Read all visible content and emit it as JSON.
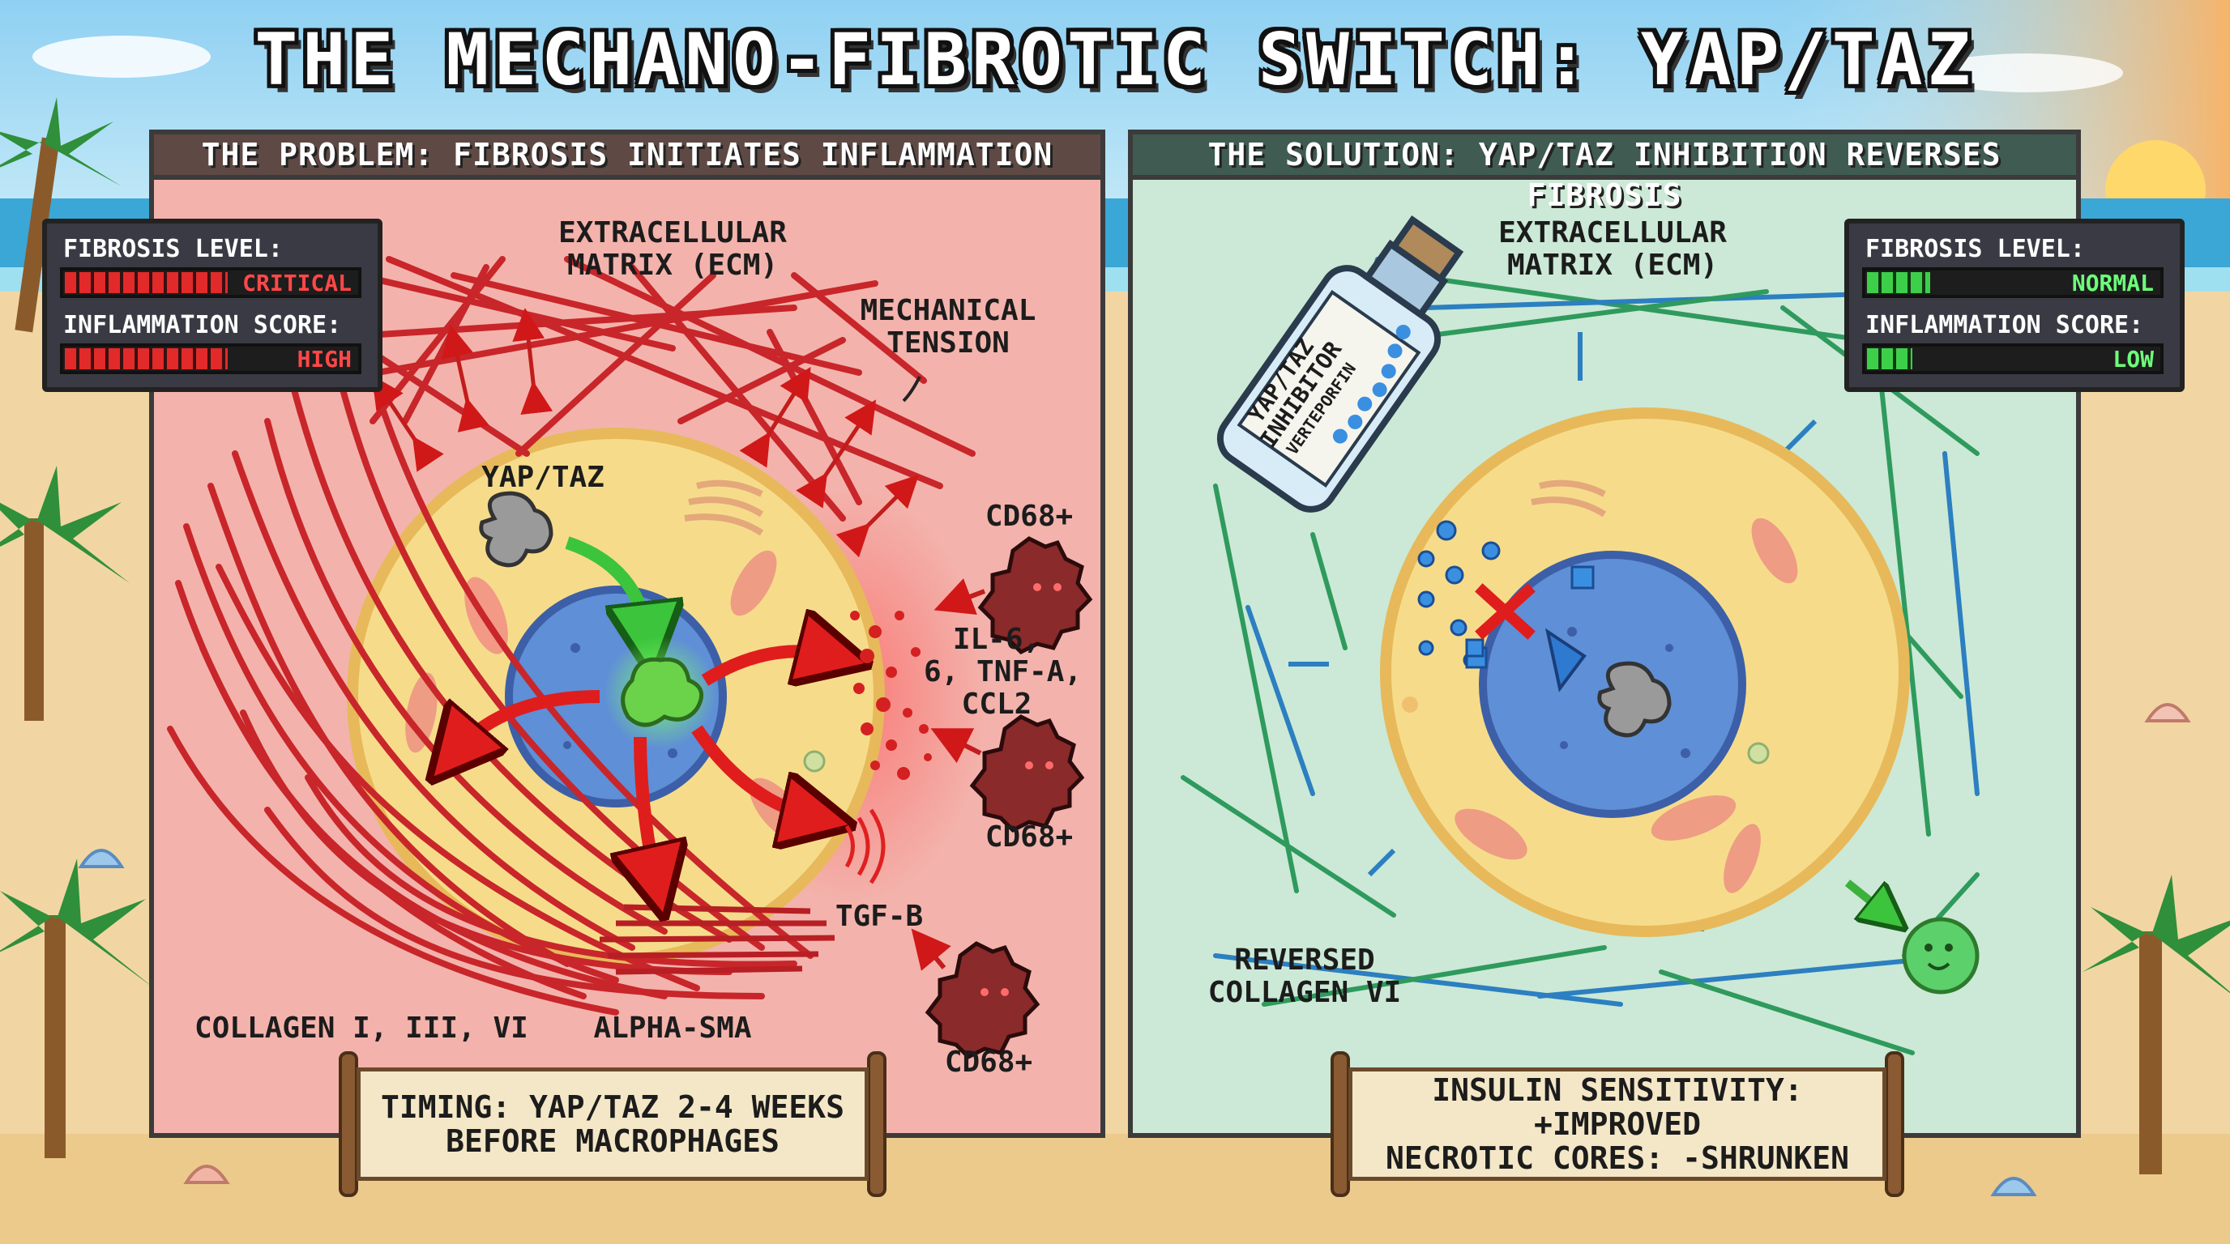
{
  "title": "THE MECHANO-FIBROTIC SWITCH: YAP/TAZ",
  "left_panel": {
    "header": "THE PROBLEM: FIBROSIS INITIATES INFLAMMATION",
    "meter": {
      "fibrosis_label": "FIBROSIS LEVEL:",
      "fibrosis_value": "CRITICAL",
      "fibrosis_level": 0.9,
      "inflammation_label": "INFLAMMATION SCORE:",
      "inflammation_value": "HIGH",
      "inflammation_level": 0.9,
      "color": "#e22a2a"
    },
    "labels": {
      "ecm": "EXTRACELLULAR\nMATRIX (ECM)",
      "tension": "MECHANICAL\nTENSION",
      "yaptaz": "YAP/TAZ",
      "cd68_1": "CD68+",
      "cd68_2": "CD68+",
      "cd68_3": "CD68+",
      "cytokines": "IL-6,\n6, TNF-A,\nCCL2",
      "tgfb": "TGF-B",
      "collagen": "COLLAGEN I, III, VI",
      "alpha_sma": "ALPHA-SMA"
    },
    "scroll": [
      "TIMING: YAP/TAZ 2-4 WEEKS",
      "BEFORE MACROPHAGES"
    ]
  },
  "right_panel": {
    "header": "THE SOLUTION: YAP/TAZ INHIBITION REVERSES FIBROSIS",
    "meter": {
      "fibrosis_label": "FIBROSIS LEVEL:",
      "fibrosis_value": "NORMAL",
      "fibrosis_level": 0.35,
      "inflammation_label": "INFLAMMATION SCORE:",
      "inflammation_value": "LOW",
      "inflammation_level": 0.25,
      "color": "#3ecf4a"
    },
    "labels": {
      "ecm": "EXTRACELLULAR\nMATRIX (ECM)",
      "bottle_line1": "YAP/TAZ",
      "bottle_line2": "INHIBITOR",
      "bottle_line3": "VERTEPORFIN",
      "collagen": "REVERSED\nCOLLAGEN VI"
    },
    "scroll": [
      "INSULIN SENSITIVITY: +IMPROVED",
      "NECROTIC CORES: -SHRUNKEN"
    ]
  },
  "colors": {
    "problem_panel": "#f3b3ac",
    "solution_panel": "#cbe9d6",
    "fiber_red": "#c8262a",
    "fiber_green": "#2f9a5d",
    "fiber_blue": "#2c7fc0",
    "cell": "#f6dc8a",
    "nucleus": "#5f8fd6"
  }
}
